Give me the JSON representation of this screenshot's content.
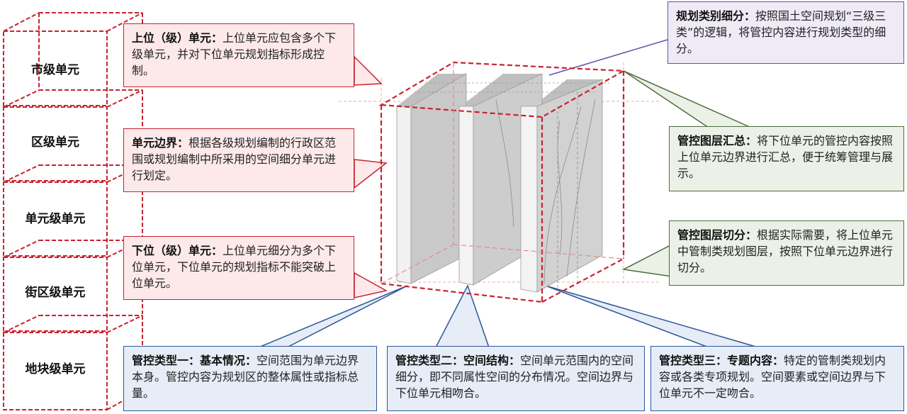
{
  "levels": [
    "市级单元",
    "区级单元",
    "单元级单元",
    "街区级单元",
    "地块级单元"
  ],
  "callouts": {
    "upper_unit": {
      "title": "上位（级）单元：",
      "text": "上位单元应包含多个下级单元，并对下位单元规划指标形成控制。"
    },
    "unit_boundary": {
      "title": "单元边界：",
      "text": "根据各级规划编制的行政区范围或规划编制中所采用的空间细分单元进行划定。"
    },
    "lower_unit": {
      "title": "下位（级）单元：",
      "text": "上位单元细分为多个下位单元，下位单元的规划指标不能突破上位单元。"
    },
    "category_subdivision": {
      "title": "规划类别细分：",
      "text": "按照国土空间规划“三级三类”的逻辑，将管控内容进行规划类型的细分。"
    },
    "layer_summary": {
      "title": "管控图层汇总：",
      "text": "将下位单元的管控内容按照上位单元边界进行汇总，便于统筹管理与展示。"
    },
    "layer_split": {
      "title": "管控图层切分：",
      "text": "根据实际需要，将上位单元中管制类规划图层，按照下位单元边界进行切分。"
    },
    "type_one": {
      "title": "管控类型一：基本情况：",
      "text": "空间范围为单元边界本身。管控内容为规划区的整体属性或指标总量。"
    },
    "type_two": {
      "title": "管控类型二：空间结构：",
      "text": "空间单元范围内的空间细分，即不同属性空间的分布情况。空间边界与下位单元相吻合。"
    },
    "type_three": {
      "title": "管控类型三：专题内容：",
      "text": "特定的管制类规划内容或各类专项规划。空间要素或空间边界与下位单元不一定吻合。"
    }
  },
  "colors": {
    "red": "#c8232f",
    "purple": "#6a4fa8",
    "green": "#4e6e3c",
    "blue": "#2f5597",
    "slab": "#c8c8c8"
  }
}
